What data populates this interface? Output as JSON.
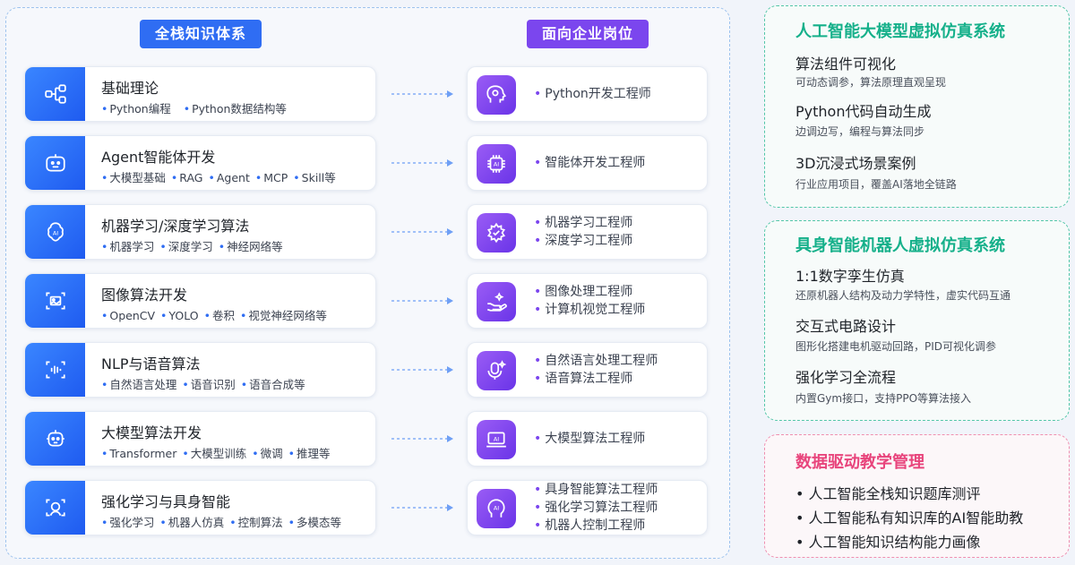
{
  "left": {
    "header_left": "全栈知识体系",
    "header_right": "面向企业岗位",
    "rows": [
      {
        "title": "基础理论",
        "tags": [
          "Python编程",
          "Python数据结构等"
        ],
        "icon": "flowchart-icon",
        "job_icon": "head-brain-icon",
        "jobs": [
          "Python开发工程师"
        ]
      },
      {
        "title": "Agent智能体开发",
        "tags": [
          "大模型基础",
          "RAG",
          "Agent",
          "MCP",
          "Skill等"
        ],
        "icon": "robot-face-icon",
        "job_icon": "ai-chip-icon",
        "jobs": [
          "智能体开发工程师"
        ]
      },
      {
        "title": "机器学习/深度学习算法",
        "tags": [
          "机器学习",
          "深度学习",
          "神经网络等"
        ],
        "icon": "ai-brain-icon",
        "job_icon": "flower-gear-icon",
        "jobs": [
          "机器学习工程师",
          "深度学习工程师"
        ]
      },
      {
        "title": "图像算法开发",
        "tags": [
          "OpenCV",
          "YOLO",
          "卷积",
          "视觉神经网络等"
        ],
        "icon": "image-scan-icon",
        "job_icon": "hand-sparkle-icon",
        "jobs": [
          "图像处理工程师",
          "计算机视觉工程师"
        ]
      },
      {
        "title": "NLP与语音算法",
        "tags": [
          "自然语言处理",
          "语音识别",
          "语音合成等"
        ],
        "icon": "sound-wave-icon",
        "job_icon": "microphone-sparkle-icon",
        "jobs": [
          "自然语言处理工程师",
          "语音算法工程师"
        ]
      },
      {
        "title": "大模型算法开发",
        "tags": [
          "Transformer",
          "大模型训练",
          "微调",
          "推理等"
        ],
        "icon": "robot-head-icon",
        "job_icon": "ai-laptop-icon",
        "jobs": [
          "大模型算法工程师"
        ]
      },
      {
        "title": "强化学习与具身智能",
        "tags": [
          "强化学习",
          "机器人仿真",
          "控制算法",
          "多模态等"
        ],
        "icon": "head-scan-icon",
        "job_icon": "ai-head-icon",
        "jobs": [
          "具身智能算法工程师",
          "强化学习算法工程师",
          "机器人控制工程师"
        ]
      }
    ]
  },
  "right": {
    "box1": {
      "title": "人工智能大模型虚拟仿真系统",
      "items": [
        {
          "head": "算法组件可视化",
          "desc": "可动态调参，算法原理直观呈现"
        },
        {
          "head": "Python代码自动生成",
          "desc": "边调边写，编程与算法同步"
        },
        {
          "head": "3D沉浸式场景案例",
          "desc": "行业应用项目，覆盖AI落地全链路"
        }
      ]
    },
    "box2": {
      "title": "具身智能机器人虚拟仿真系统",
      "items": [
        {
          "head": "1:1数字孪生仿真",
          "desc": "还原机器人结构及动力学特性，虚实代码互通"
        },
        {
          "head": "交互式电路设计",
          "desc": "图形化搭建电机驱动回路，PID可视化调参"
        },
        {
          "head": "强化学习全流程",
          "desc": "内置Gym接口，支持PPO等算法接入"
        }
      ]
    },
    "box3": {
      "title": "数据驱动教学管理",
      "items": [
        "人工智能全栈知识题库测评",
        "人工智能私有知识库的AI智能助教",
        "人工智能知识结构能力画像"
      ]
    }
  },
  "colors": {
    "blue_accent": "#2f6df3",
    "purple_accent": "#7b46ee",
    "green_title": "#15b08a",
    "pink_title": "#e8447c"
  }
}
